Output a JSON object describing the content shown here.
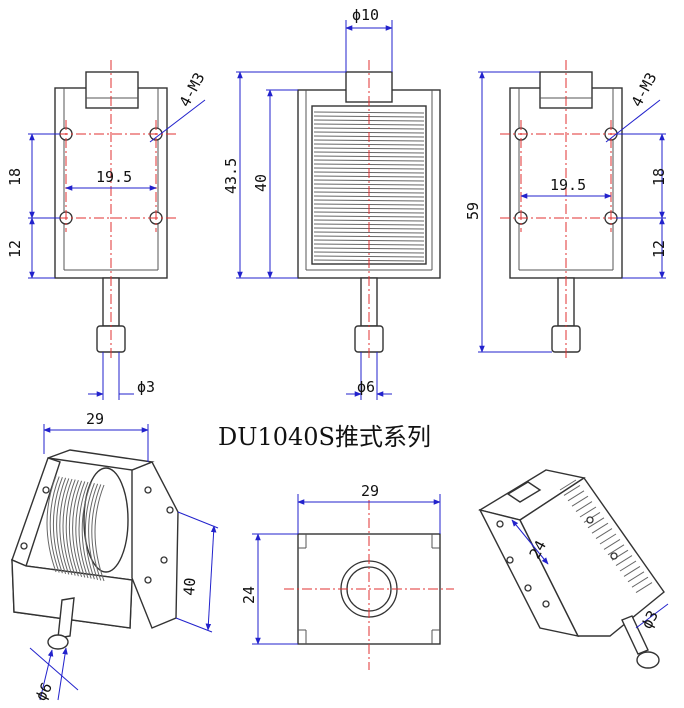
{
  "title": "DU1040S推式系列",
  "dims": {
    "phi10": "ϕ10",
    "d43_5": "43.5",
    "d40_front": "40",
    "d59": "59",
    "left_4m3": "4-M3",
    "right_4m3": "4-M3",
    "left_18": "18",
    "left_19_5": "19.5",
    "left_12": "12",
    "right_18": "18",
    "right_19_5": "19.5",
    "right_12": "12",
    "phi3_left": "ϕ3",
    "phi6_front": "ϕ6",
    "iso_29": "29",
    "iso_40": "40",
    "iso_phi6": "ϕ6",
    "top_29": "29",
    "top_24": "24",
    "iso2_24": "24",
    "iso2_phi3": "ϕ3"
  },
  "colors": {
    "outline": "#333333",
    "centerline": "#e03030",
    "dimension": "#2222cc"
  }
}
